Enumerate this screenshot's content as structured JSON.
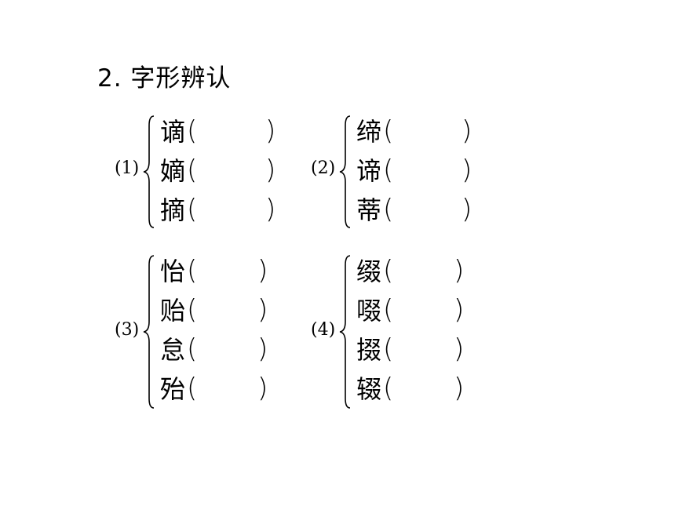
{
  "title": "2. 字形辨认",
  "paren_open": "(",
  "paren_close": ")",
  "groups": [
    {
      "label": "(1)",
      "chars": [
        "谪",
        "嫡",
        "摘"
      ]
    },
    {
      "label": "(2)",
      "chars": [
        "缔",
        "谛",
        "蒂"
      ]
    },
    {
      "label": "(3)",
      "chars": [
        "怡",
        "贻",
        "怠",
        "殆"
      ]
    },
    {
      "label": "(4)",
      "chars": [
        "缀",
        "啜",
        "掇",
        "辍"
      ]
    }
  ]
}
